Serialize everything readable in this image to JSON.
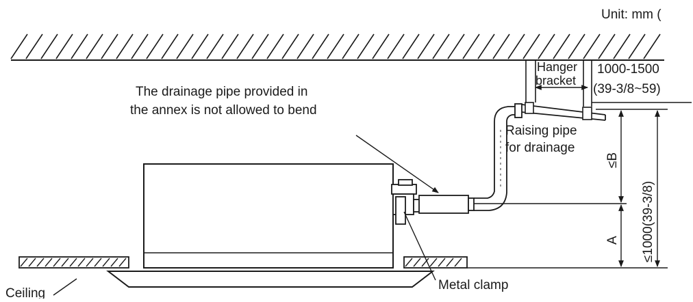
{
  "unit_label": "Unit: mm (",
  "labels": {
    "drain_note_line1": "The drainage pipe provided in",
    "drain_note_line2": "the annex is not allowed to bend",
    "hanger_line1": "Hanger",
    "hanger_line2": "bracket",
    "spacing_line1": "1000-1500",
    "spacing_line2": "(39-3/8~59)",
    "raising_line1": "Raising pipe",
    "raising_line2": "for drainage",
    "dim_b": "≤B",
    "dim_a": "A",
    "dim_total": "≤1000(39-3/8)",
    "ceiling": "Ceiling",
    "metal_clamp": "Metal clamp"
  },
  "colors": {
    "line": "#1a1a1a",
    "background": "#ffffff"
  }
}
